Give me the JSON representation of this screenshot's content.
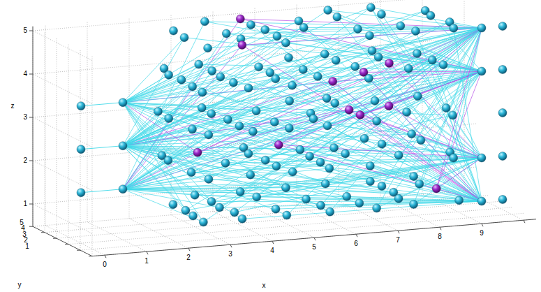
{
  "diagram": {
    "labels": [
      "5",
      "4",
      "3",
      "2",
      "1",
      "z",
      "5",
      "4",
      "3",
      "2",
      "1",
      "y",
      "0",
      "1",
      "2",
      "3",
      "4",
      "5",
      "6",
      "7",
      "8",
      "9",
      "x"
    ]
  }
}
